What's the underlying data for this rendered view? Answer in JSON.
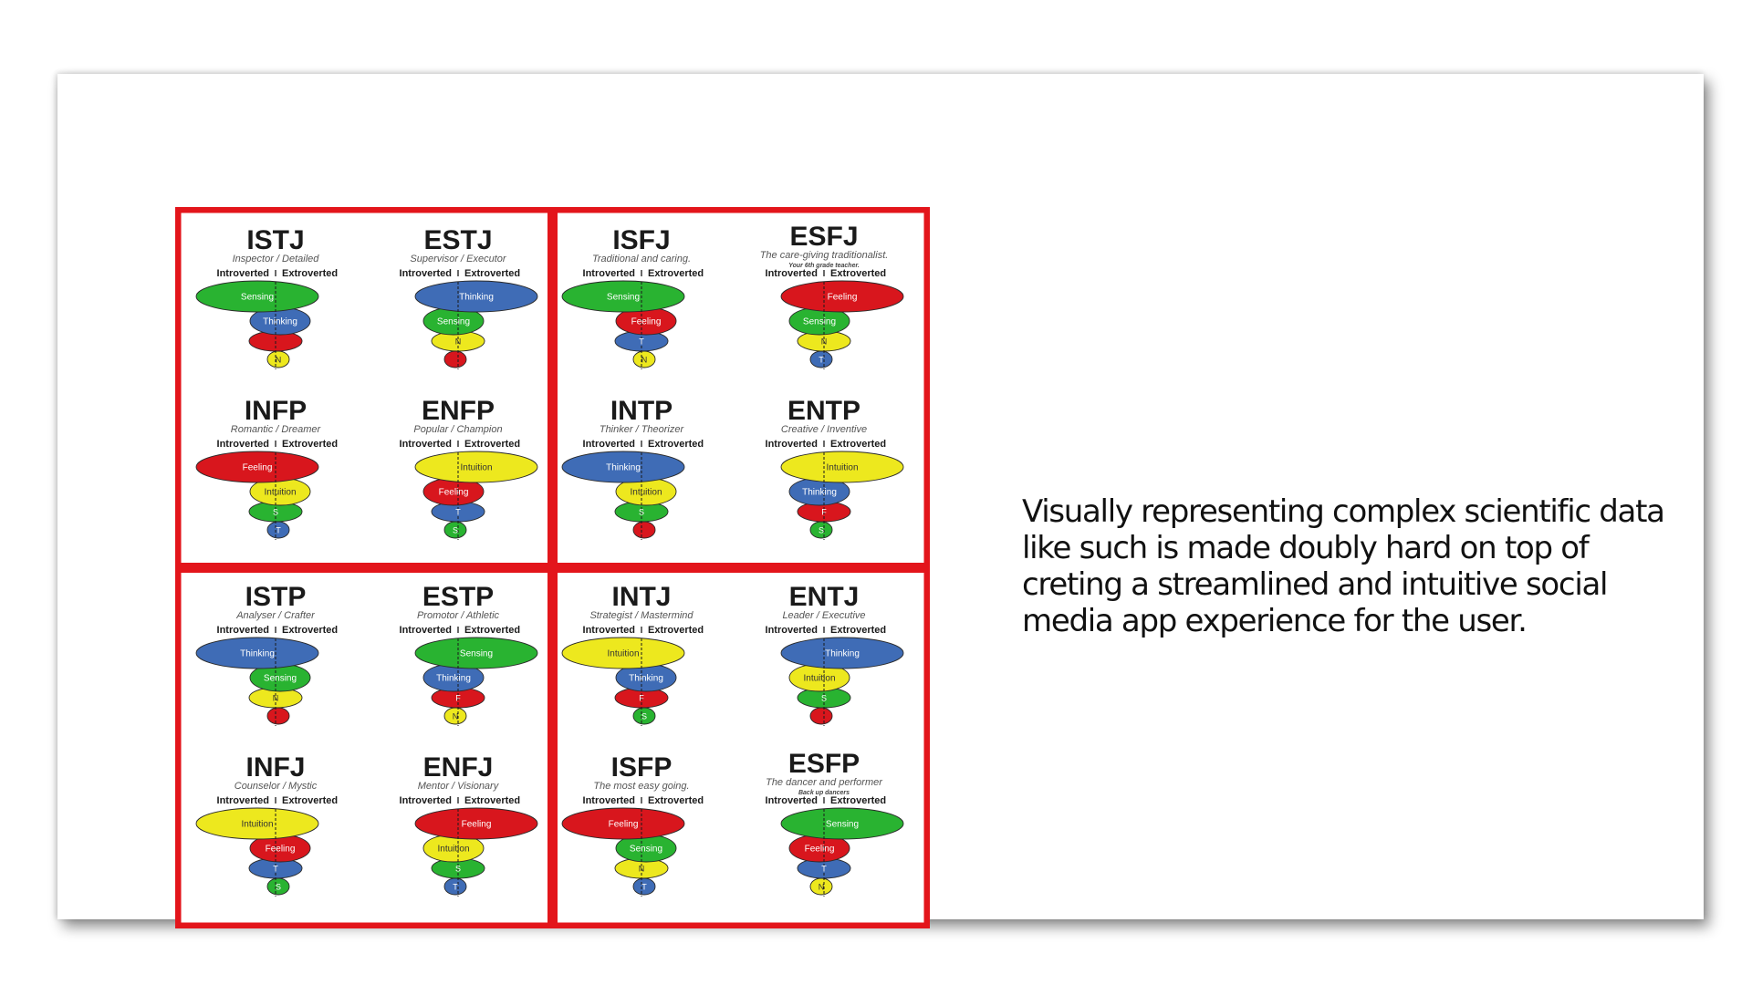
{
  "caption": "Visually representing complex scientific data like such is made doubly hard on top of creting a streamlined and intuitive social media app experience for the user.",
  "colors": {
    "frame": "#e3151b",
    "Sensing": "#29b331",
    "Thinking": "#3f6cb6",
    "Feeling": "#d8161d",
    "Intuition": "#ede81e"
  },
  "column_labels": {
    "left": "Introverted",
    "right": "Extroverted"
  },
  "chart_data": {
    "type": "diagram",
    "quadrants": [
      {
        "types": [
          {
            "code": "ISTJ",
            "subtitle": "Inspector / Detailed",
            "note": "",
            "functions": [
              [
                "Sensing",
                "I"
              ],
              [
                "Thinking",
                "E"
              ],
              [
                "Feeling",
                "I"
              ],
              [
                "Intuition",
                "E"
              ]
            ],
            "marks": [
              "Sensing",
              "Thinking",
              "",
              "N"
            ]
          },
          {
            "code": "ESTJ",
            "subtitle": "Supervisor / Executor",
            "note": "",
            "functions": [
              [
                "Thinking",
                "E"
              ],
              [
                "Sensing",
                "I"
              ],
              [
                "Intuition",
                "E"
              ],
              [
                "Feeling",
                "I"
              ]
            ],
            "marks": [
              "Thinking",
              "Sensing",
              "N",
              ""
            ]
          },
          {
            "code": "INFP",
            "subtitle": "Romantic / Dreamer",
            "note": "",
            "functions": [
              [
                "Feeling",
                "I"
              ],
              [
                "Intuition",
                "E"
              ],
              [
                "Sensing",
                "I"
              ],
              [
                "Thinking",
                "E"
              ]
            ],
            "marks": [
              "Feeling",
              "Intuition",
              "S",
              "T"
            ]
          },
          {
            "code": "ENFP",
            "subtitle": "Popular / Champion",
            "note": "",
            "functions": [
              [
                "Intuition",
                "E"
              ],
              [
                "Feeling",
                "I"
              ],
              [
                "Thinking",
                "E"
              ],
              [
                "Sensing",
                "I"
              ]
            ],
            "marks": [
              "Intuition",
              "Feeling",
              "T",
              "S"
            ]
          }
        ]
      },
      {
        "types": [
          {
            "code": "ISFJ",
            "subtitle": "Traditional and caring.",
            "note": "",
            "functions": [
              [
                "Sensing",
                "I"
              ],
              [
                "Feeling",
                "E"
              ],
              [
                "Thinking",
                "I"
              ],
              [
                "Intuition",
                "E"
              ]
            ],
            "marks": [
              "Sensing",
              "Feeling",
              "T",
              "N"
            ]
          },
          {
            "code": "ESFJ",
            "subtitle": "The care-giving traditionalist.",
            "note": "Your 6th grade teacher.",
            "functions": [
              [
                "Feeling",
                "E"
              ],
              [
                "Sensing",
                "I"
              ],
              [
                "Intuition",
                "E"
              ],
              [
                "Thinking",
                "I"
              ]
            ],
            "marks": [
              "Feeling",
              "Sensing",
              "N",
              "T"
            ]
          },
          {
            "code": "INTP",
            "subtitle": "Thinker / Theorizer",
            "note": "",
            "functions": [
              [
                "Thinking",
                "I"
              ],
              [
                "Intuition",
                "E"
              ],
              [
                "Sensing",
                "I"
              ],
              [
                "Feeling",
                "E"
              ]
            ],
            "marks": [
              "Thinking",
              "Intuition",
              "S",
              ""
            ]
          },
          {
            "code": "ENTP",
            "subtitle": "Creative / Inventive",
            "note": "",
            "functions": [
              [
                "Intuition",
                "E"
              ],
              [
                "Thinking",
                "I"
              ],
              [
                "Feeling",
                "E"
              ],
              [
                "Sensing",
                "I"
              ]
            ],
            "marks": [
              "Intuition",
              "Thinking",
              "F",
              "S"
            ]
          }
        ]
      },
      {
        "types": [
          {
            "code": "ISTP",
            "subtitle": "Analyser / Crafter",
            "note": "",
            "functions": [
              [
                "Thinking",
                "I"
              ],
              [
                "Sensing",
                "E"
              ],
              [
                "Intuition",
                "I"
              ],
              [
                "Feeling",
                "E"
              ]
            ],
            "marks": [
              "Thinking",
              "Sensing",
              "N",
              ""
            ]
          },
          {
            "code": "ESTP",
            "subtitle": "Promotor / Athletic",
            "note": "",
            "functions": [
              [
                "Sensing",
                "E"
              ],
              [
                "Thinking",
                "I"
              ],
              [
                "Feeling",
                "E"
              ],
              [
                "Intuition",
                "I"
              ]
            ],
            "marks": [
              "Sensing",
              "Thinking",
              "F",
              "N"
            ]
          },
          {
            "code": "INFJ",
            "subtitle": "Counselor / Mystic",
            "note": "",
            "functions": [
              [
                "Intuition",
                "I"
              ],
              [
                "Feeling",
                "E"
              ],
              [
                "Thinking",
                "I"
              ],
              [
                "Sensing",
                "E"
              ]
            ],
            "marks": [
              "Intuition",
              "Feeling",
              "T",
              "S"
            ]
          },
          {
            "code": "ENFJ",
            "subtitle": "Mentor / Visionary",
            "note": "",
            "functions": [
              [
                "Feeling",
                "E"
              ],
              [
                "Intuition",
                "I"
              ],
              [
                "Sensing",
                "E"
              ],
              [
                "Thinking",
                "I"
              ]
            ],
            "marks": [
              "Feeling",
              "Intuition",
              "S",
              "T"
            ]
          }
        ]
      },
      {
        "types": [
          {
            "code": "INTJ",
            "subtitle": "Strategist / Mastermind",
            "note": "",
            "functions": [
              [
                "Intuition",
                "I"
              ],
              [
                "Thinking",
                "E"
              ],
              [
                "Feeling",
                "I"
              ],
              [
                "Sensing",
                "E"
              ]
            ],
            "marks": [
              "Intuition",
              "Thinking",
              "F",
              "S"
            ]
          },
          {
            "code": "ENTJ",
            "subtitle": "Leader / Executive",
            "note": "",
            "functions": [
              [
                "Thinking",
                "E"
              ],
              [
                "Intuition",
                "I"
              ],
              [
                "Sensing",
                "E"
              ],
              [
                "Feeling",
                "I"
              ]
            ],
            "marks": [
              "Thinking",
              "Intuition",
              "S",
              ""
            ]
          },
          {
            "code": "ISFP",
            "subtitle": "The most easy going.",
            "note": "",
            "functions": [
              [
                "Feeling",
                "I"
              ],
              [
                "Sensing",
                "E"
              ],
              [
                "Intuition",
                "I"
              ],
              [
                "Thinking",
                "E"
              ]
            ],
            "marks": [
              "Feeling",
              "Sensing",
              "N",
              "T"
            ]
          },
          {
            "code": "ESFP",
            "subtitle": "The dancer and performer",
            "note": "Back up dancers",
            "functions": [
              [
                "Sensing",
                "E"
              ],
              [
                "Feeling",
                "I"
              ],
              [
                "Thinking",
                "E"
              ],
              [
                "Intuition",
                "I"
              ]
            ],
            "marks": [
              "Sensing",
              "Feeling",
              "T",
              "N"
            ]
          }
        ]
      }
    ]
  }
}
